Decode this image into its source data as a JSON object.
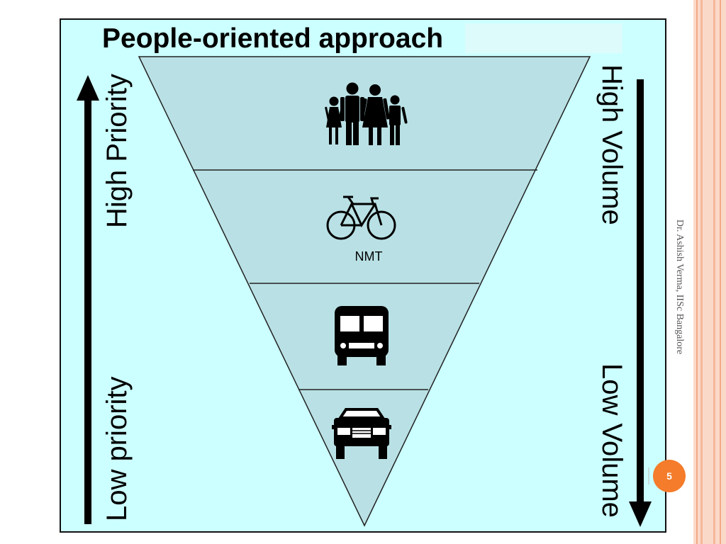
{
  "slide": {
    "title": "People-oriented approach",
    "left_labels": {
      "top": "High Priority",
      "bottom": "Low priority"
    },
    "right_labels": {
      "top": "High Volume",
      "bottom": "Low Volume"
    },
    "tiers": [
      {
        "icon": "people-family-icon"
      },
      {
        "icon": "bicycle-icon",
        "caption": "NMT"
      },
      {
        "icon": "bus-icon"
      },
      {
        "icon": "car-icon"
      }
    ],
    "author": "Dr. Ashish Verma, IISc Bangalore",
    "page_number": "5"
  },
  "colors": {
    "panel_background": "#ccffff",
    "triangle_fill": "#b9e1e5",
    "page_badge": "#f47c2a",
    "side_stripe": "#fbd9c9"
  }
}
